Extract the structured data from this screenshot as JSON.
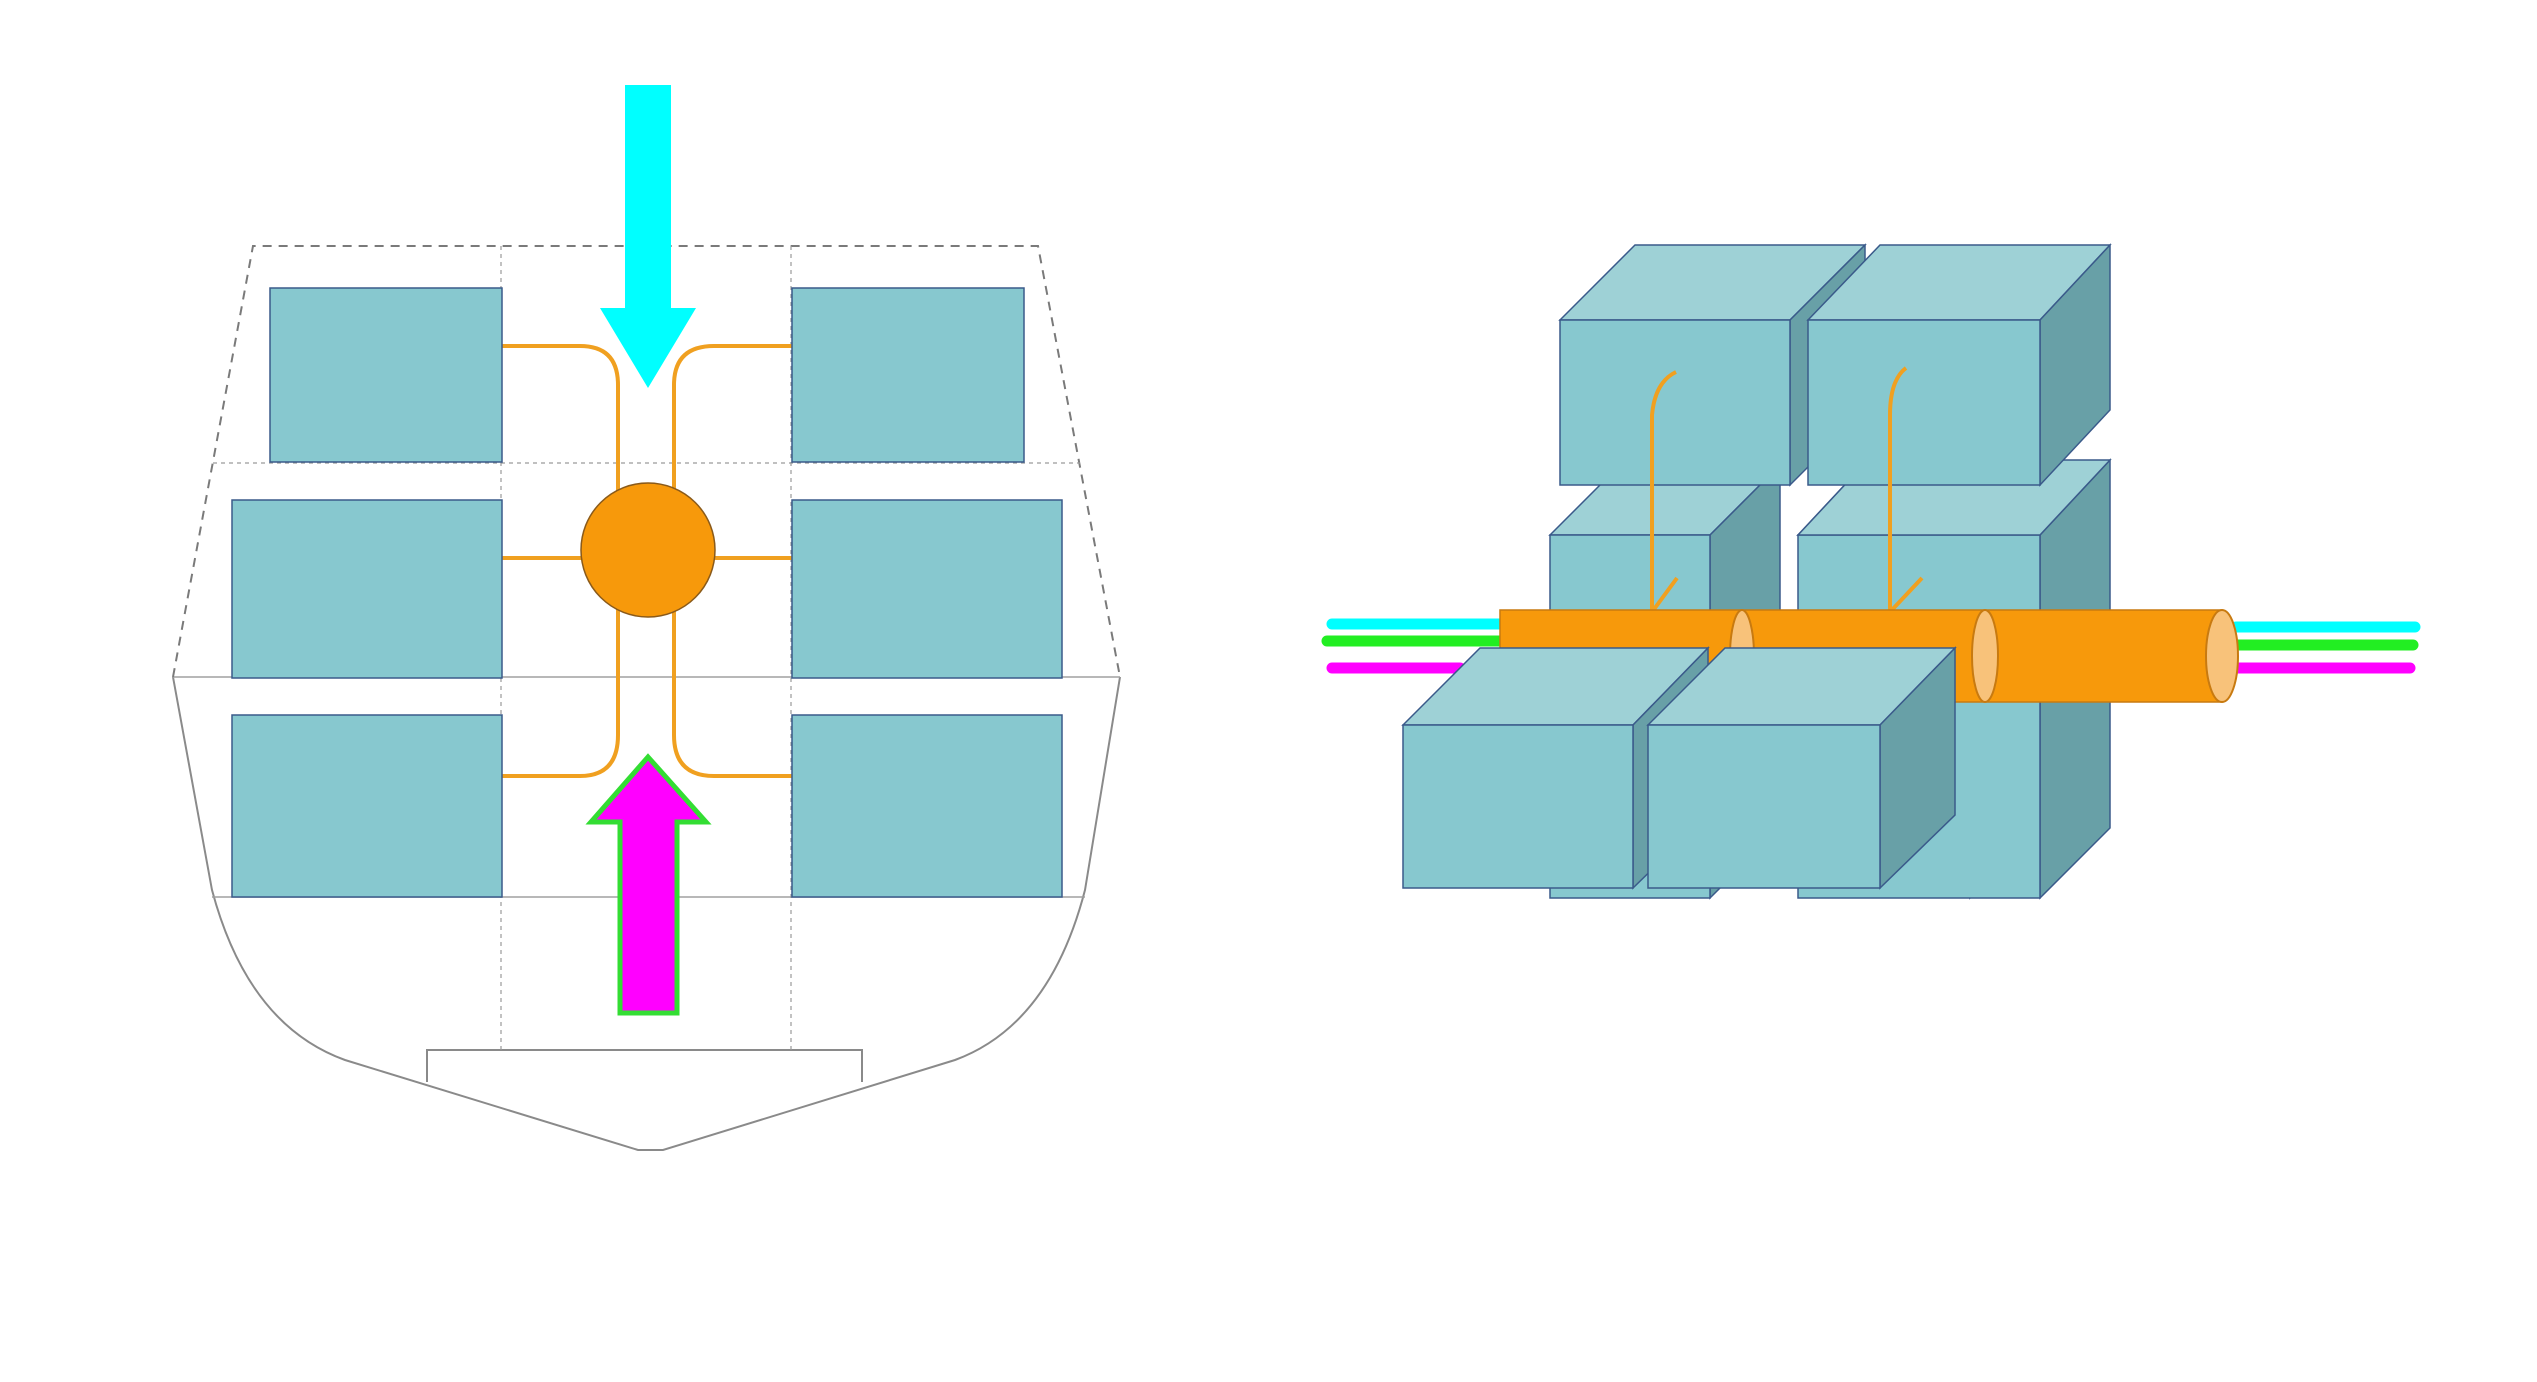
{
  "colors": {
    "background": "#ffffff",
    "box_fill": "#87c8cf",
    "box_top": "#9ed1d6",
    "box_side": "#68a0a7",
    "box_stroke": "#3a5a8a",
    "hub_fill": "#f7990b",
    "hub_stroke": "#8a5a1a",
    "wire": "#f0a020",
    "hull_line": "#8a8a8a",
    "grid_dash": "#999999",
    "arrow_down": "#00ffff",
    "arrow_up_fill": "#ff00ff",
    "arrow_up_stroke": "#33dd33",
    "tube_pipe": "#f7990b",
    "tube_end": "#f8c27a",
    "cable_cyan": "#00ffff",
    "cable_green": "#22ee22",
    "cable_magenta": "#ff00ff"
  },
  "left_diagram": {
    "icons": {
      "down_arrow": "arrow-down-icon",
      "up_arrow": "arrow-up-icon",
      "hub": "hub-circle-icon"
    },
    "module_count": 6
  },
  "right_diagram": {
    "icons": {
      "cable_bundle": "cable-bundle-icon",
      "tube": "tube-icon"
    },
    "module_count": 6,
    "cable_colors": [
      "cable_cyan",
      "cable_green",
      "cable_magenta"
    ]
  }
}
